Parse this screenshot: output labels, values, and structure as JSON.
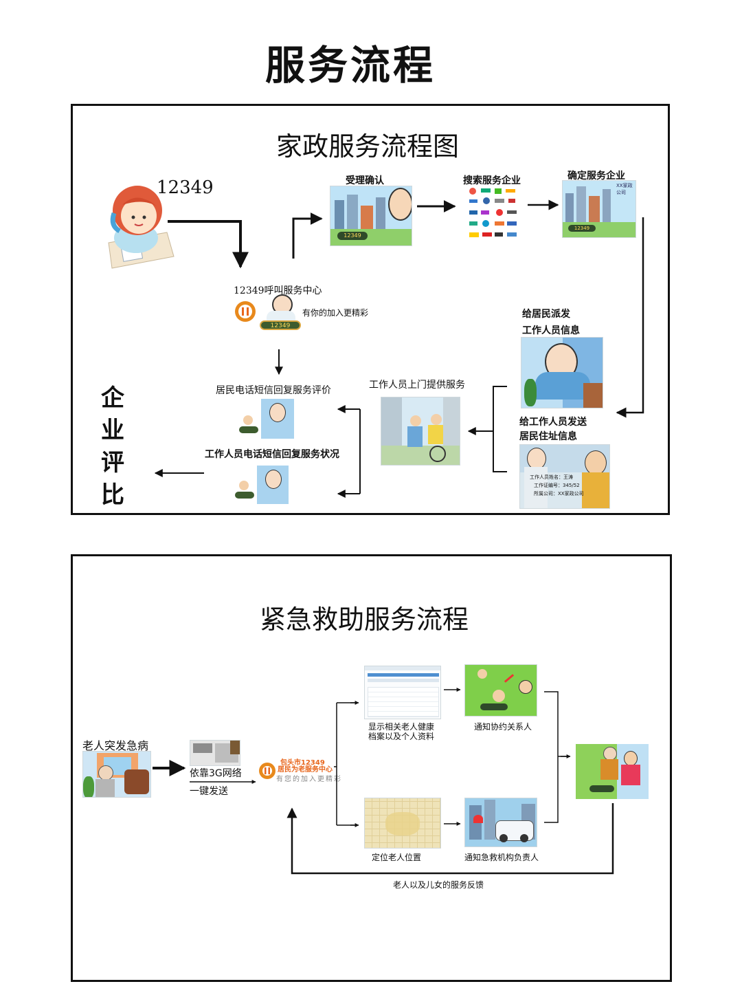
{
  "page_title": "服务流程",
  "housekeeping": {
    "title": "家政服务流程图",
    "call_number": "12349",
    "accept_label": "受理确认",
    "search_label": "搜索服务企业",
    "confirm_label": "确定服务企业",
    "confirm_sign": "XX家政公司",
    "screen_number": "12349",
    "call_center_label": "12349呼叫服务中心",
    "call_center_slogan": "有你的加入更精彩",
    "call_center_badge": "12349",
    "dispatch_resident_line1": "给居民派发",
    "dispatch_resident_line2": "工作人员信息",
    "send_worker_line1": "给工作人员发送",
    "send_worker_line2": "居民住址信息",
    "worker_card_line1": "工作人员姓名：王涛",
    "worker_card_line2": "工作证编号：345/52",
    "worker_card_line3": "所属公司：XX家政公司",
    "onsite_label": "工作人员上门提供服务",
    "resident_reply_label": "居民电话短信回复服务评价",
    "worker_reply_label": "工作人员电话短信回复服务状况",
    "evaluation_chars": [
      "企",
      "业",
      "评",
      "比"
    ]
  },
  "emergency": {
    "title": "紧急救助服务流程",
    "elder_label": "老人突发急病",
    "network_label": "依靠3G网络",
    "send_label": "一键发送",
    "center_line1": "包头市12349",
    "center_line2": "居民为老服务中心",
    "center_slogan": "有您的加入更精彩",
    "health_label_line1": "显示相关老人健康",
    "health_label_line2": "档案以及个人资料",
    "notify_contact_label": "通知协约关系人",
    "locate_label": "定位老人位置",
    "notify_rescue_label": "通知急救机构负责人",
    "feedback_label": "老人以及儿女的服务反馈"
  },
  "colors": {
    "border": "#111111",
    "arrow": "#111111",
    "sky": "#9ecfee",
    "grass": "#6cc24a",
    "accent_orange": "#e8661c"
  }
}
